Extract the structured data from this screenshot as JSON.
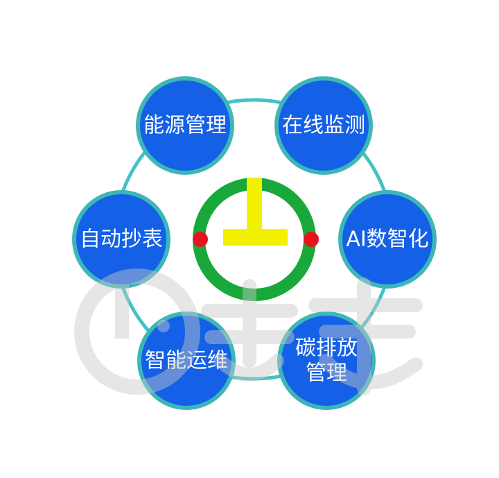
{
  "center_logo_icon": "power-plug-ring-icon",
  "watermark_icon": "brand-watermark-logo",
  "nodes": [
    {
      "id": "energy",
      "lines": [
        "能源管理"
      ]
    },
    {
      "id": "monitor",
      "lines": [
        "在线监测"
      ]
    },
    {
      "id": "ai",
      "lines": [
        "AI数智化"
      ]
    },
    {
      "id": "carbon",
      "lines": [
        "碳排放",
        "管理"
      ]
    },
    {
      "id": "ops",
      "lines": [
        "智能运维"
      ]
    },
    {
      "id": "meter",
      "lines": [
        "自动抄表"
      ]
    }
  ],
  "colors": {
    "node_fill": "#1460E6",
    "node_ring": "#3DB6B8",
    "connector": "#42C2C4",
    "logo_ring": "#19A83A",
    "logo_bar": "#F2F200",
    "logo_dot": "#E8141C",
    "watermark": "#C8C8C8"
  }
}
